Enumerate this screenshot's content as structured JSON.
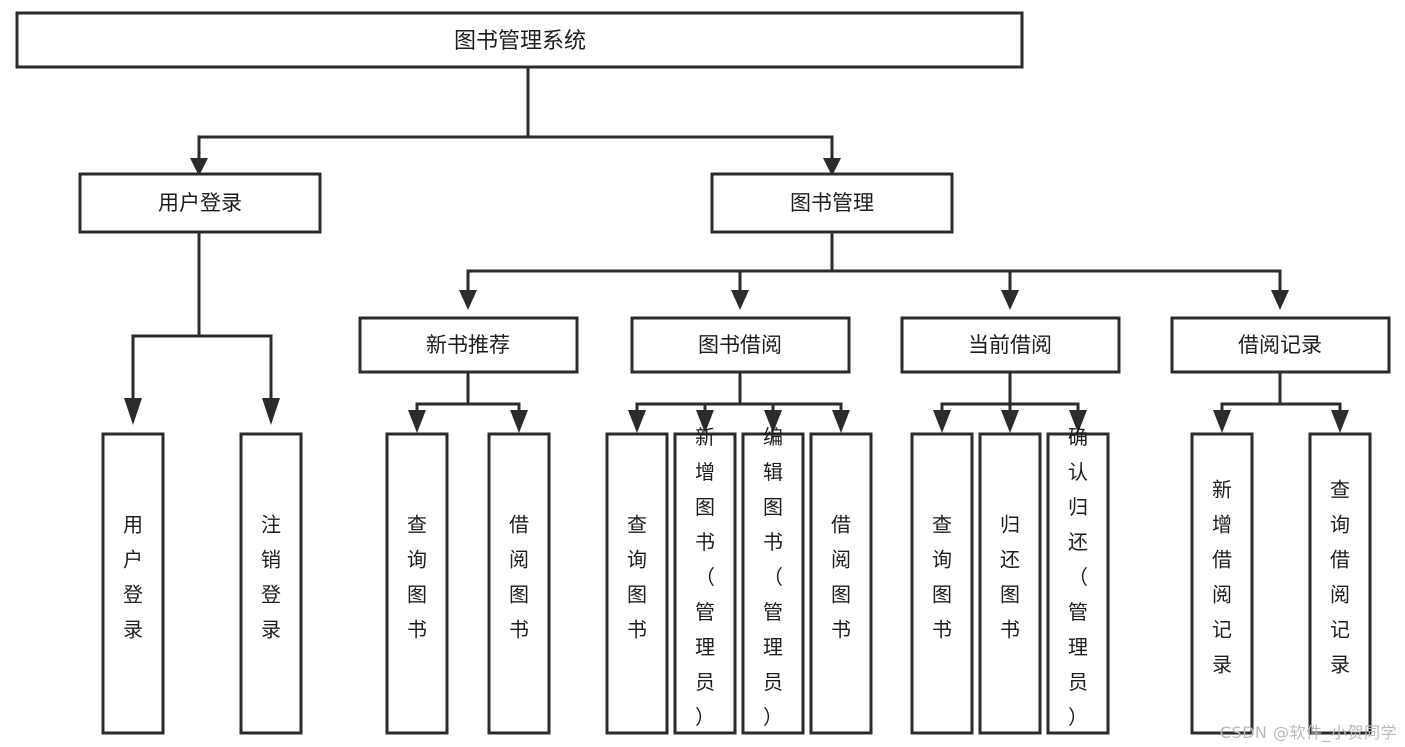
{
  "diagram": {
    "title": "图书管理系统",
    "type": "tree-hierarchy-diagram",
    "watermark": "CSDN @软件_小贺同学",
    "colors": {
      "background": "#ffffff",
      "box_fill": "#ffffff",
      "box_stroke": "#2b2b2b",
      "line": "#2b2b2b",
      "text": "#1d1d1d",
      "watermark": "#b9b9b9"
    },
    "root": {
      "label": "图书管理系统"
    },
    "level2": [
      {
        "label": "用户登录"
      },
      {
        "label": "图书管理"
      }
    ],
    "level3": [
      {
        "label": "新书推荐"
      },
      {
        "label": "图书借阅"
      },
      {
        "label": "当前借阅"
      },
      {
        "label": "借阅记录"
      }
    ],
    "leaves": {
      "user_login": [
        {
          "label": "用户登录"
        },
        {
          "label": "注销登录"
        }
      ],
      "new_book_recommend": [
        {
          "label": "查询图书"
        },
        {
          "label": "借阅图书"
        }
      ],
      "book_borrow": [
        {
          "label": "查询图书"
        },
        {
          "label": "新增图书（管理员）"
        },
        {
          "label": "编辑图书（管理员）"
        },
        {
          "label": "借阅图书"
        }
      ],
      "current_borrow": [
        {
          "label": "查询图书"
        },
        {
          "label": "归还图书"
        },
        {
          "label": "确认归还（管理员）"
        }
      ],
      "borrow_record": [
        {
          "label": "新增借阅记录"
        },
        {
          "label": "查询借阅记录"
        }
      ]
    }
  }
}
